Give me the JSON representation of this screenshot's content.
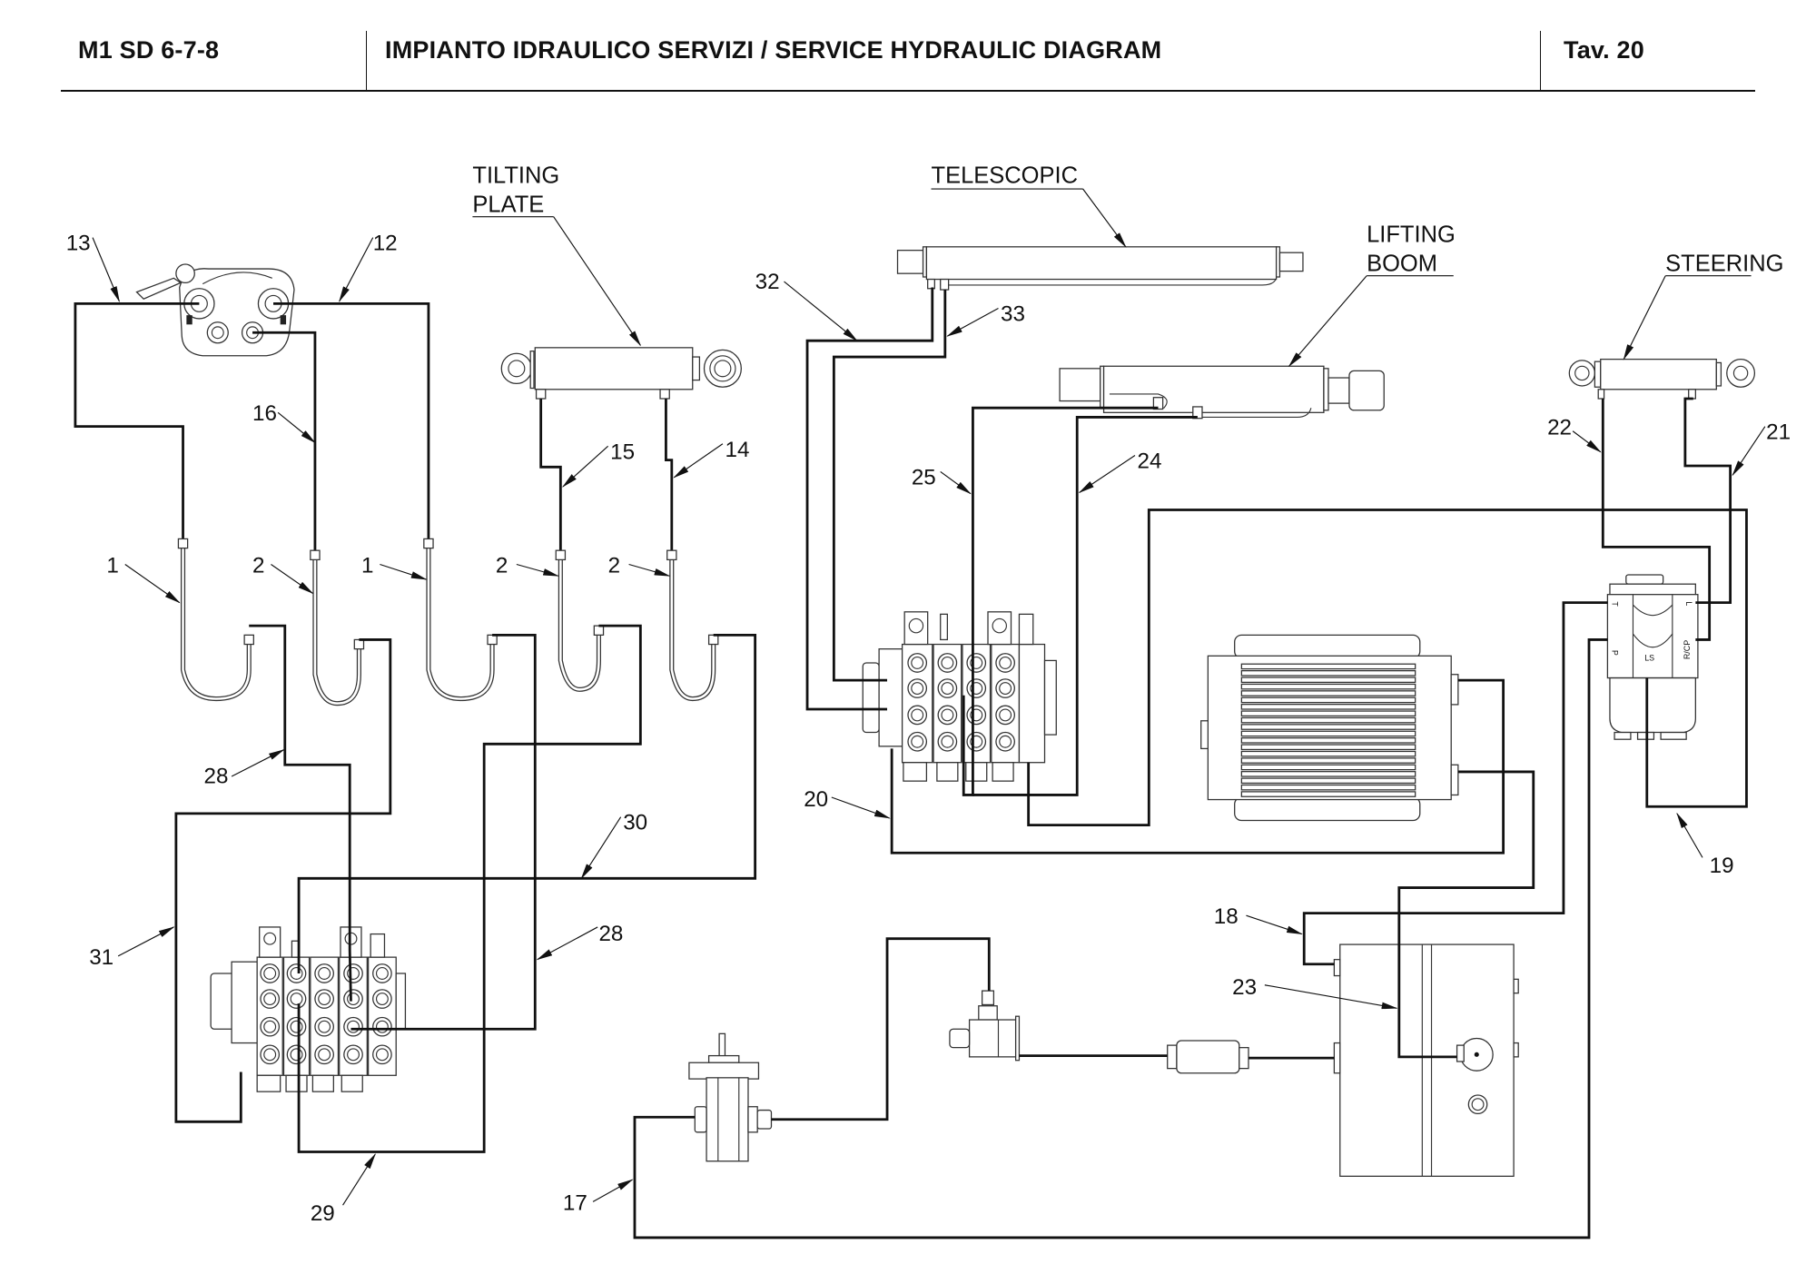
{
  "header": {
    "model_code": "M1 SD 6-7-8",
    "title": "IMPIANTO IDRAULICO SERVIZI / SERVICE HYDRAULIC DIAGRAM",
    "table_ref": "Tav.  20"
  },
  "components": {
    "tilting_plate": [
      "TILTING",
      "PLATE"
    ],
    "telescopic": "TELESCOPIC",
    "lifting_boom": [
      "LIFTING",
      "BOOM"
    ],
    "steering": "STEERING"
  },
  "steering_unit_ports": {
    "t": "T",
    "l": "L",
    "p": "P",
    "r": "R/CP",
    "ls": "LS"
  },
  "callouts": {
    "c1a": "1",
    "c1b": "1",
    "c2a": "2",
    "c2b": "2",
    "c2c": "2",
    "c12": "12",
    "c13": "13",
    "c14": "14",
    "c15": "15",
    "c16": "16",
    "c17": "17",
    "c18": "18",
    "c19": "19",
    "c20": "20",
    "c21": "21",
    "c22": "22",
    "c23": "23",
    "c24": "24",
    "c25": "25",
    "c28a": "28",
    "c28b": "28",
    "c29": "29",
    "c30": "30",
    "c31": "31",
    "c32": "32",
    "c33": "33"
  }
}
